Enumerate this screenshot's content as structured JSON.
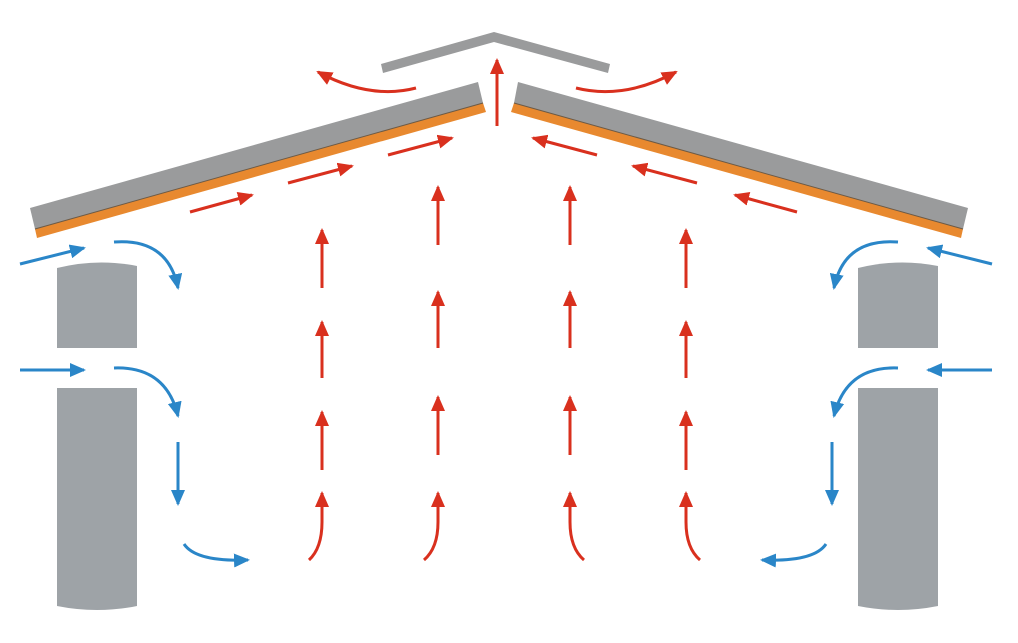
{
  "diagram": {
    "kind": "roof-ventilation-airflow",
    "colors": {
      "roof_cover": "#9a9b9c",
      "roof_underlay": "#e8892f",
      "wall": "#9ea3a7",
      "warm_air": "#d9301e",
      "cool_air": "#2a86c8",
      "background": "#ffffff"
    },
    "elements": {
      "ridge_cap": "ridge-cap",
      "roof_left": "roof-slope-left",
      "roof_right": "roof-slope-right",
      "wall_left": "wall-left",
      "wall_right": "wall-right"
    },
    "airflow": {
      "warm_air_label": "",
      "cool_air_label": ""
    }
  }
}
